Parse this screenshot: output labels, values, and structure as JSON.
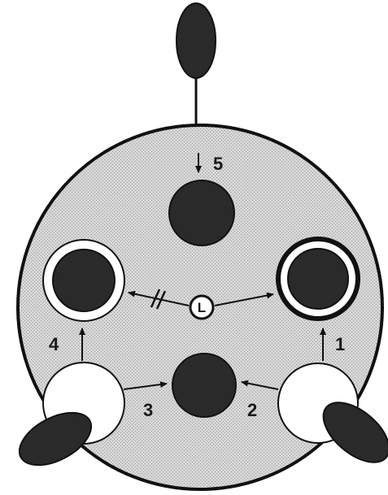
{
  "labels": {
    "step1": "1",
    "step2": "2",
    "step3": "3",
    "step4": "4",
    "step5": "5",
    "ligand": "L"
  },
  "colors": {
    "background": "#ffffff",
    "dish_fill": "#d8d8d8",
    "dark_fill": "#2a2a2a",
    "white_fill": "#ffffff",
    "stroke": "#111111"
  }
}
